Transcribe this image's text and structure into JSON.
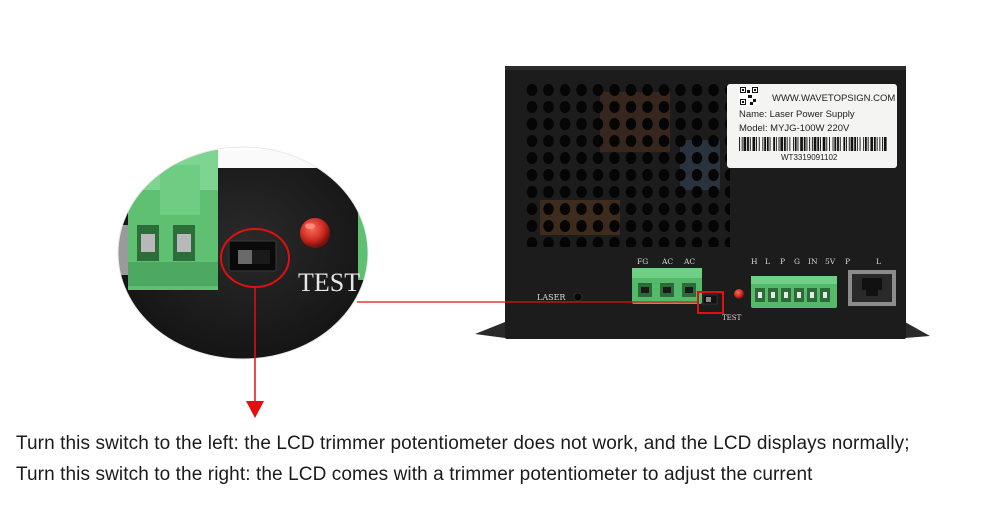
{
  "photo": {
    "zoom_label": "TEST",
    "panel": {
      "laser_label": "LASER",
      "test_label": "TEST",
      "terminal_labels_left": [
        "FG",
        "AC",
        "AC"
      ],
      "terminal_labels_right": [
        "H",
        "L",
        "P",
        "G",
        "IN",
        "5V"
      ],
      "extra_labels": [
        "P",
        "L"
      ]
    },
    "sticker": {
      "website": "WWW.WAVETOPSIGN.COM",
      "name_line": "Name:  Laser Power Supply",
      "model_line": "Model: MYJG-100W 220V",
      "serial": "WT3319091102"
    },
    "colors": {
      "annotation": "#e01010",
      "terminal": "#55b96a",
      "chassis": "#1c1c1c",
      "led": "#c8281e"
    }
  },
  "caption": {
    "line1": "Turn this switch to the left: the LCD trimmer potentiometer does not work, and the LCD displays normally;",
    "line2": "Turn this switch to the right: the LCD comes with a trimmer potentiometer to adjust the current"
  }
}
